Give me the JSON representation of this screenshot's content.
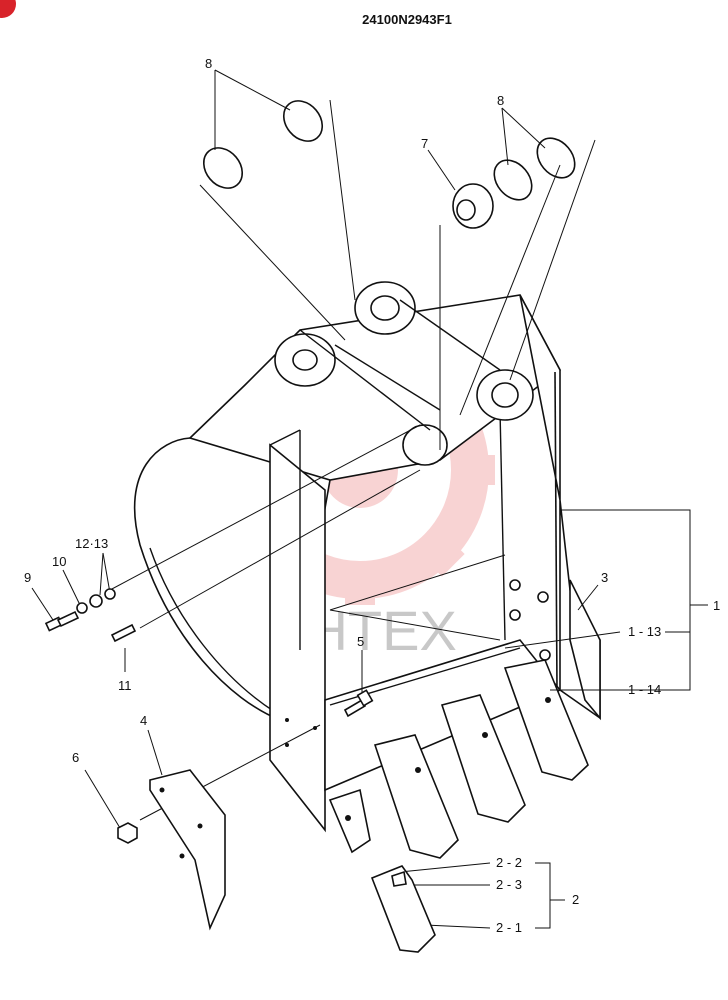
{
  "title": "24100N2943F1",
  "watermark": {
    "text": "ИНТЕХ",
    "color": "#f4b0b0"
  },
  "corner_badge_color": "#d8232a",
  "labels": {
    "l8a": "8",
    "l8b": "8",
    "l7": "7",
    "l1213": "12·13",
    "l10": "10",
    "l9": "9",
    "l11": "11",
    "l5": "5",
    "l3": "3",
    "l1": "1",
    "l113": "1 - 13",
    "l114": "1 - 14",
    "l4": "4",
    "l6": "6",
    "l22": "2 - 2",
    "l23": "2 - 3",
    "l2": "2",
    "l21": "2 - 1"
  }
}
